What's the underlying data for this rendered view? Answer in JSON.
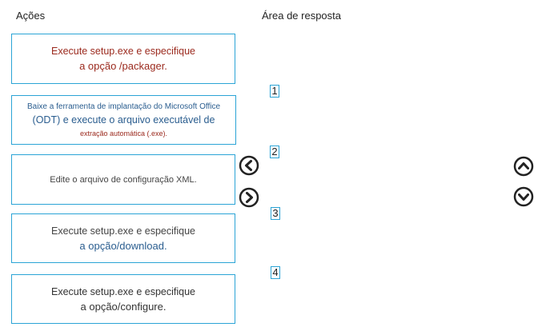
{
  "headers": {
    "actions": "Ações",
    "answer_area": "Área de resposta"
  },
  "actions": [
    {
      "line1": "Execute setup.exe e especifique",
      "line2": "a opção /packager.",
      "line3": ""
    },
    {
      "line1": "Baixe a ferramenta de implantação do Microsoft Office",
      "line2": "(ODT) e execute o arquivo executável de",
      "line3": "extração automática (.exe)."
    },
    {
      "line1": "Edite o arquivo de configuração XML.",
      "line2": "",
      "line3": ""
    },
    {
      "line1": "Execute setup.exe e especifique",
      "line2": "a opção/download.",
      "line3": ""
    },
    {
      "line1": "Execute setup.exe e especifique",
      "line2": "a opção/configure.",
      "line3": ""
    }
  ],
  "answer_slots": [
    "1",
    "2",
    "3",
    "4"
  ],
  "controls": {
    "move_left": "chevron-left-circle-icon",
    "move_right": "chevron-right-circle-icon",
    "move_up": "chevron-up-circle-icon",
    "move_down": "chevron-down-circle-icon"
  },
  "colors": {
    "border": "#2ba4d6",
    "accent_red": "#9b2a1e",
    "accent_blue": "#2a5d8f"
  }
}
